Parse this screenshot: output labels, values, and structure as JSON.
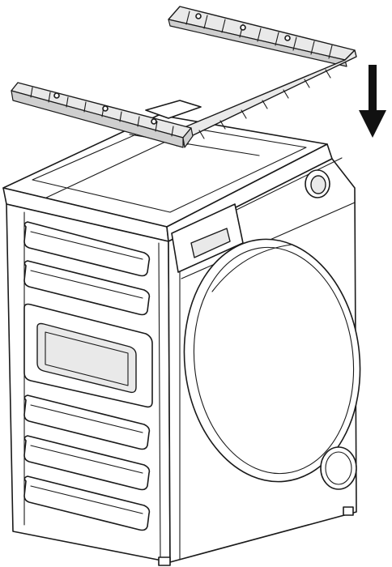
{
  "figure": {
    "background": "#ffffff",
    "line_color": "#1a1a1a",
    "arrow_color": "#111111",
    "parts": [
      {
        "id": "frame-part-rear",
        "icon": "top-frame-bracket"
      },
      {
        "id": "frame-part-front",
        "icon": "top-frame-bracket"
      },
      {
        "id": "direction-arrow",
        "icon": "arrow-down-icon",
        "direction": "down"
      },
      {
        "id": "appliance",
        "icon": "front-load-appliance"
      }
    ]
  }
}
